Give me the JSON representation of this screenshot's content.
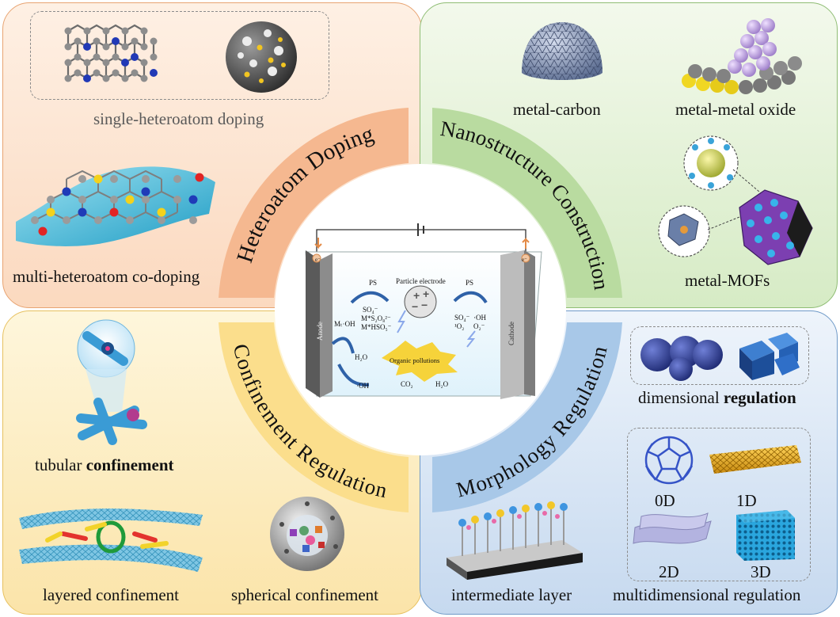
{
  "quadrants": {
    "heteroatom_doping": {
      "title": "Heteroatom Doping",
      "color": "#f5b890",
      "labels": {
        "single": "single-heteroatom doping",
        "multi": "multi-heteroatom co-doping"
      }
    },
    "nanostructure_construction": {
      "title": "Nanostructure Construction",
      "color": "#b9dba0",
      "labels": {
        "metal_carbon": "metal-carbon",
        "metal_oxide": "metal-metal oxide",
        "mofs": "metal-MOFs"
      }
    },
    "confinement_regulation": {
      "title": "Confinement Regulation",
      "color": "#fbde8c",
      "labels": {
        "tubular_a": "tubular",
        "tubular_b": "confinement",
        "layered": "layered confinement",
        "spherical": "spherical confinement"
      }
    },
    "morphology_regulation": {
      "title": "Morphology Regulation",
      "color": "#a8c8e8",
      "labels": {
        "dim_a": "dimensional",
        "dim_b": "regulation",
        "intermediate": "intermediate layer",
        "multi": "multidimensional regulation",
        "d0": "0D",
        "d1": "1D",
        "d2": "2D",
        "d3": "3D"
      }
    }
  },
  "center": {
    "anode": "Anode",
    "cathode": "Cathode",
    "anode_sign": "e⁻",
    "cathode_sign": "e⁻",
    "ps_left": "PS",
    "ps_right": "PS",
    "particle_electrode": "Particle electrode",
    "mt_oh": "Mₜ·OH",
    "so4_left": "SO₄⁻",
    "ms2o8": "M*S₂O₈²⁻",
    "mhso5": "M*HSO₅⁻",
    "so4_right": "SO₄⁻",
    "oh_right": "·OH",
    "o2_singlet": "¹O₂",
    "o2_super": "O₂⁻",
    "h2o_left": "H₂O",
    "oh_left": "·OH",
    "organic": "Organic pollutions",
    "co2": "CO₂",
    "h2o_bottom": "H₂O"
  },
  "colors": {
    "ring_orange": "#f5b890",
    "ring_green": "#b9dba0",
    "ring_yellow": "#fbde8c",
    "ring_blue": "#a8c8e8"
  }
}
